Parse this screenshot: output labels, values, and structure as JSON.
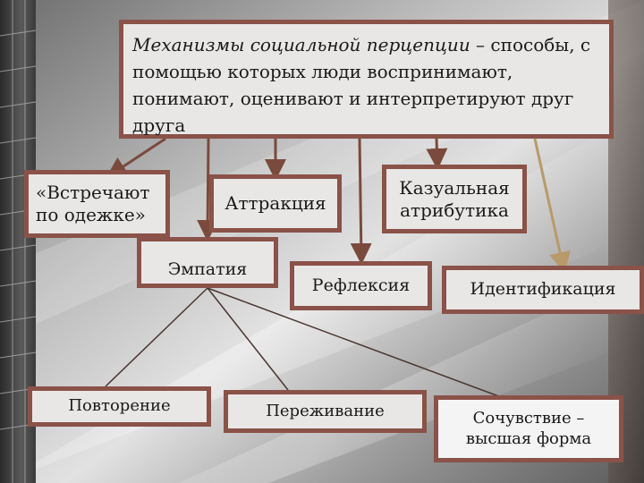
{
  "definition": {
    "term": "Механизмы социальной перцепции",
    "rest": " – способы, с помощью которых люди воспринимают, понимают, оценивают и интерпретируют друг друга"
  },
  "mechanisms": {
    "meet_by_clothes": "«Встречают по одежке»",
    "attraction": "Аттракция",
    "causal_attribution": "Казуальная атрибутика",
    "empathy": "Эмпатия",
    "reflection": "Рефлексия",
    "identification": "Идентификация"
  },
  "empathy_forms": {
    "repetition": "Повторение",
    "experiencing": "Переживание",
    "sympathy": "Сочувствие – высшая форма"
  },
  "colors": {
    "box_border": "#8a5248",
    "arrow": "#7a4a3c",
    "arrow_light": "#b89a6a"
  }
}
